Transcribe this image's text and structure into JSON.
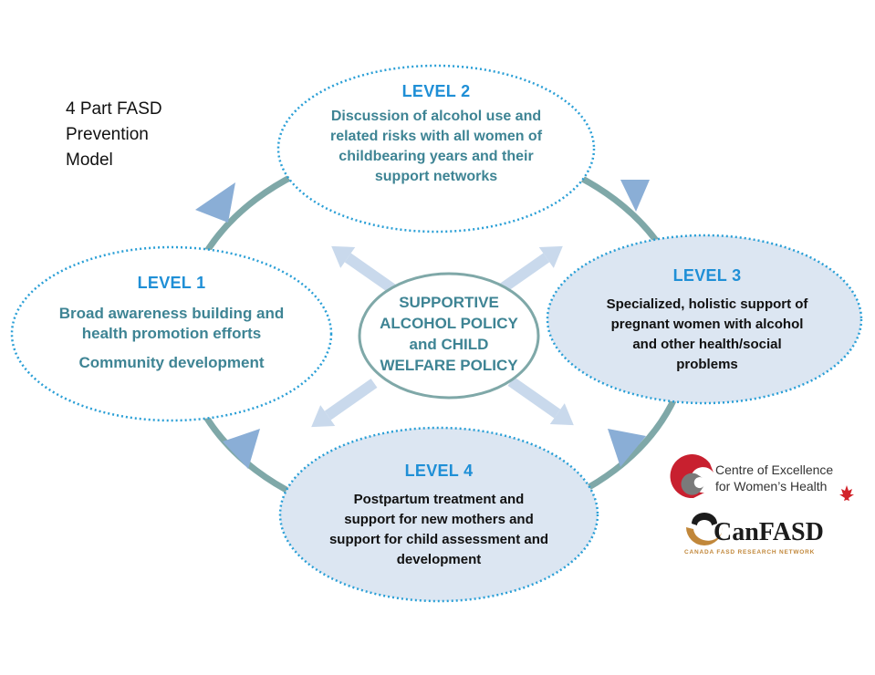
{
  "title_lines": "4 Part FASD\nPrevention\nModel",
  "center": {
    "text": "SUPPORTIVE\nALCOHOL POLICY\nand CHILD\nWELFARE POLICY"
  },
  "levels": [
    {
      "label": "LEVEL 1",
      "lines": [
        "Broad awareness building and",
        "health promotion efforts",
        "Community development"
      ]
    },
    {
      "label": "LEVEL 2",
      "lines": [
        "Discussion of alcohol use and",
        "related risks with all women of",
        "childbearing years and their",
        "support networks"
      ]
    },
    {
      "label": "LEVEL 3",
      "lines": [
        "Specialized, holistic support of",
        "pregnant women with alcohol",
        "and other health/social",
        "problems"
      ]
    },
    {
      "label": "LEVEL 4",
      "lines": [
        "Postpartum treatment and",
        "support for new mothers and",
        "support for child assessment and",
        "development"
      ]
    }
  ],
  "logos": {
    "cewh": {
      "text": "Centre of Excellence\nfor Women’s Health"
    },
    "canfasd": {
      "name": "CanFASD",
      "subtitle": "CANADA FASD RESEARCH NETWORK"
    }
  },
  "colors": {
    "level_label": "#1f8fd6",
    "teal_text": "#3e8494",
    "cycle_ring": "#7fa8a8",
    "arrow_head": "#8aaed6",
    "node_border": "#2a9fd6",
    "shaded_fill": "#dce6f2",
    "center_border": "#7fa8a8",
    "radial_arrow": "#c9d9ec"
  },
  "icons": {
    "cycle_arrows": "triangle-arrow-icon",
    "radial_arrows": "outward-arrow-icon",
    "cewh_logo": "maple-leaf-icon"
  }
}
